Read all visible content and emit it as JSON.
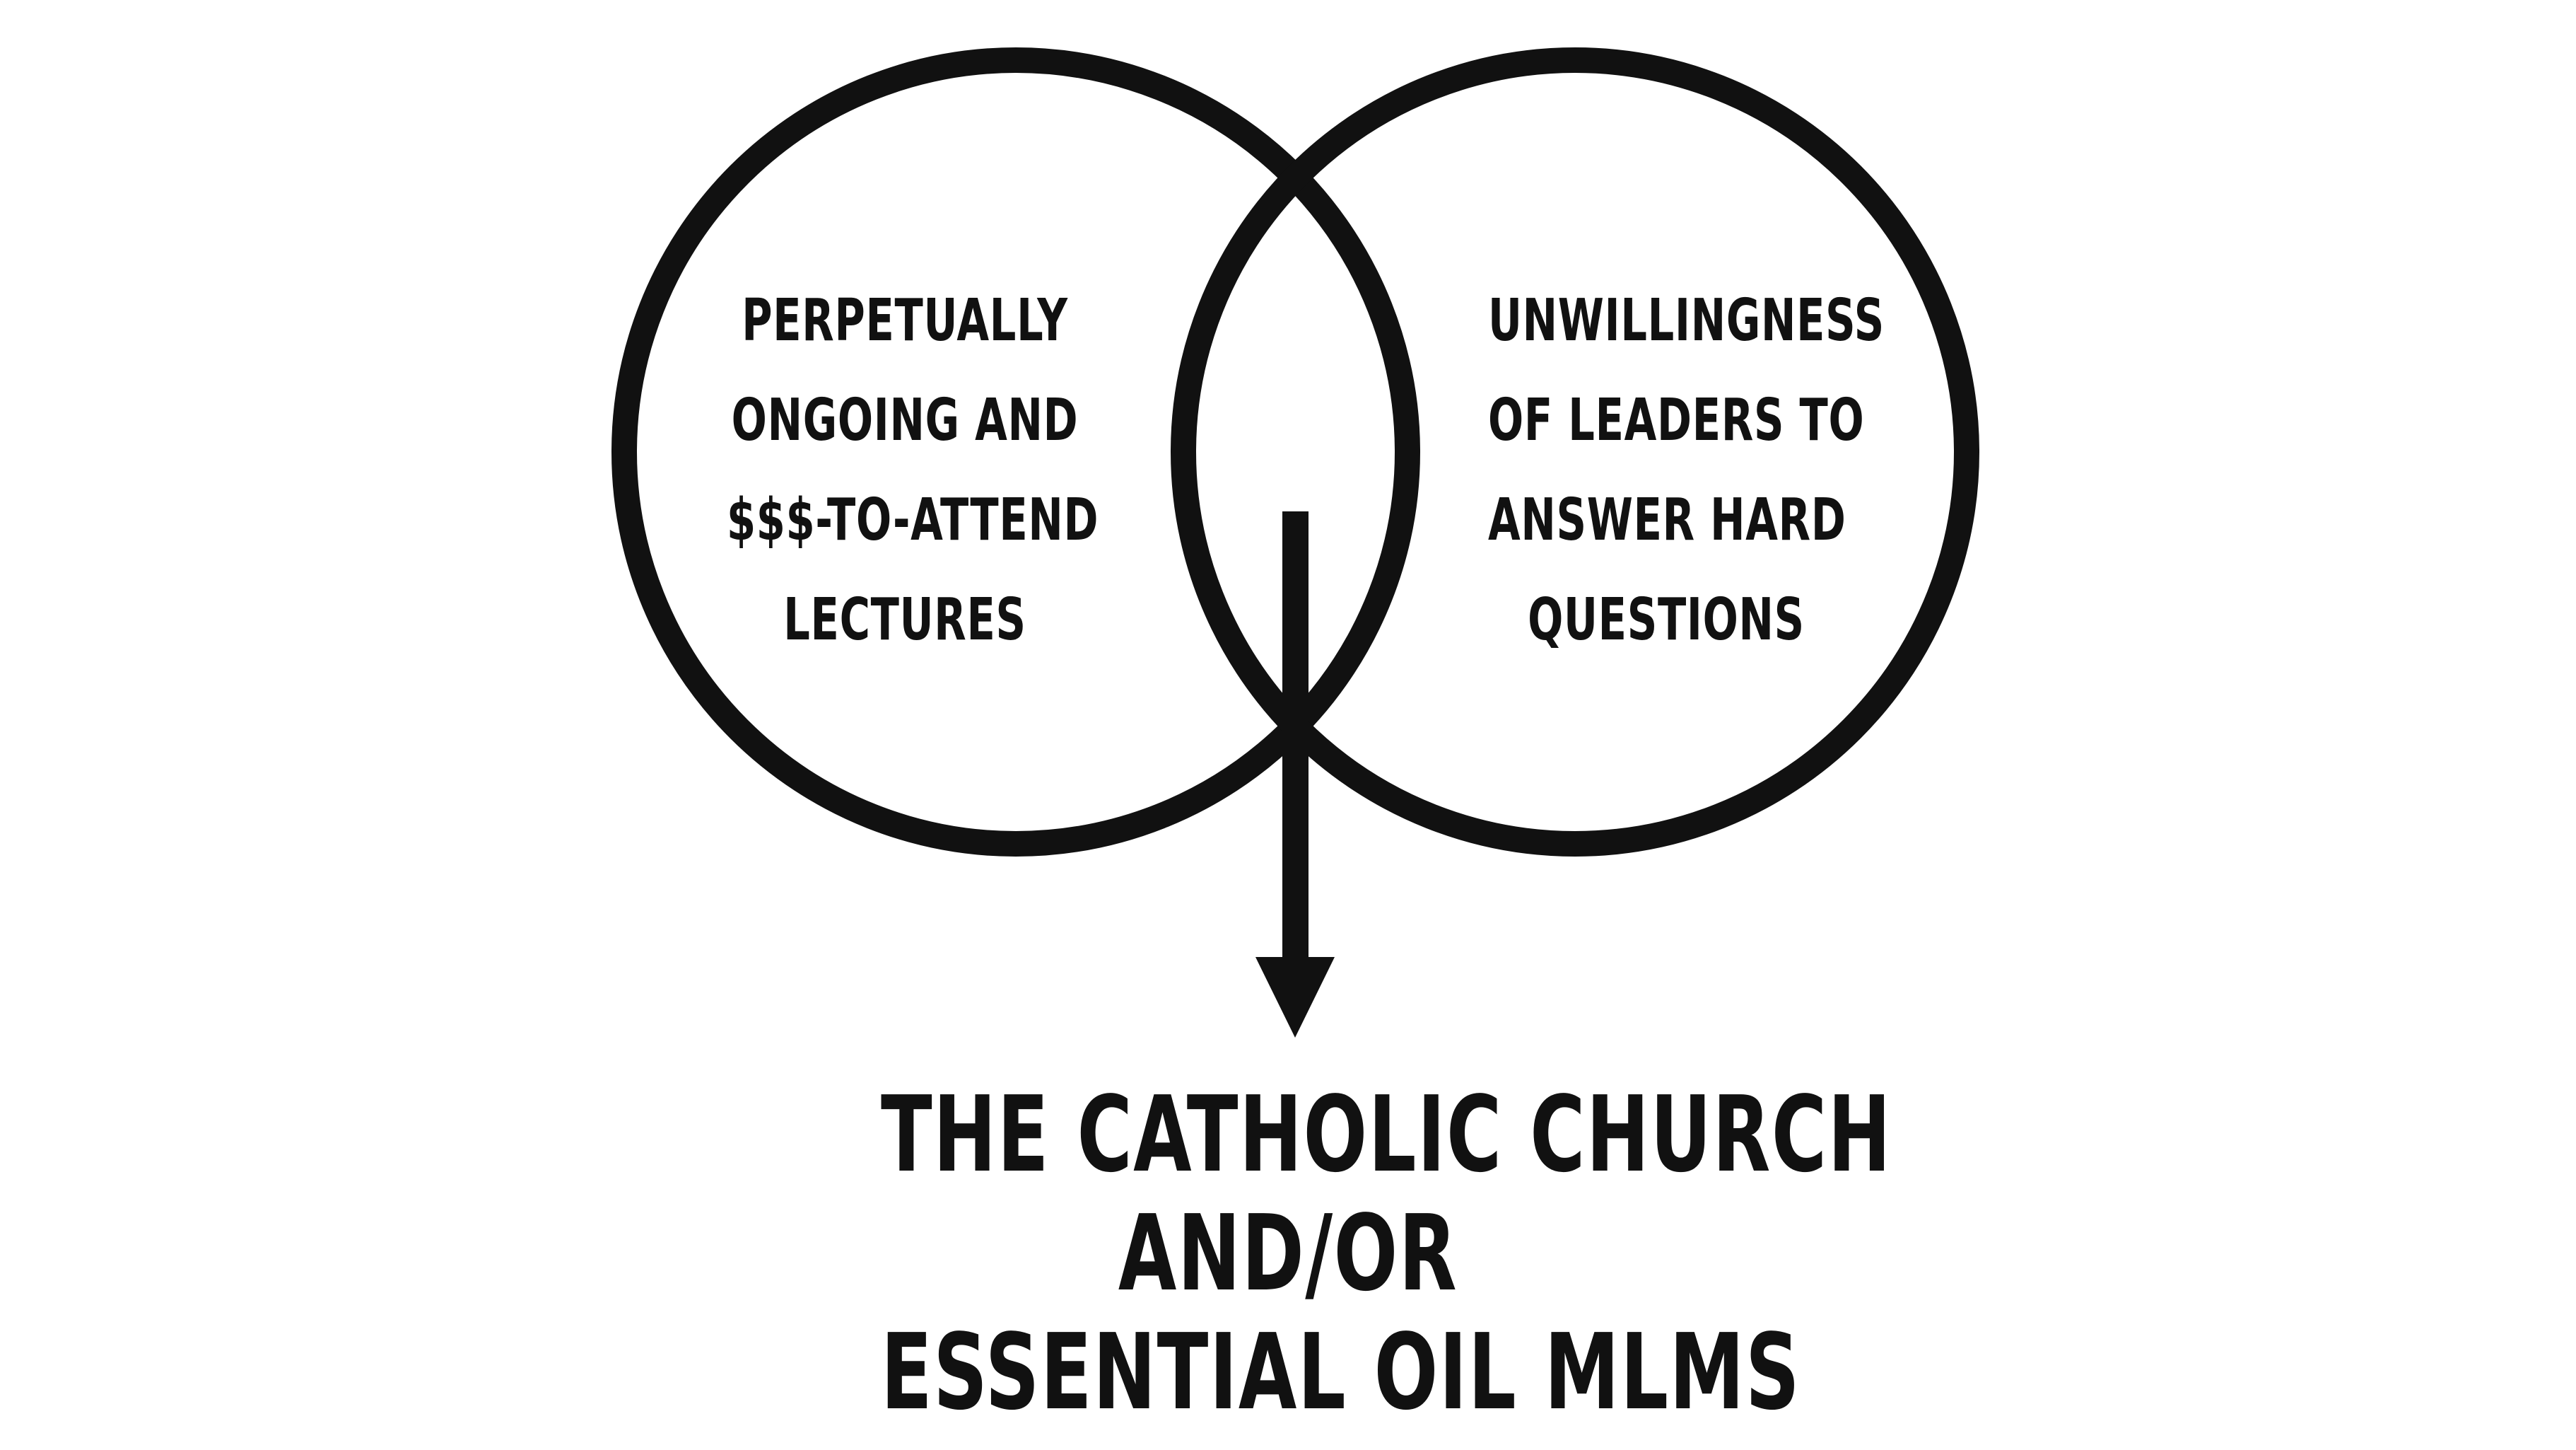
{
  "left_circle": {
    "lines": [
      "PERPETUALLY",
      "ONGOING AND",
      "$$$-TO-ATTEND",
      "LECTURES"
    ]
  },
  "right_circle": {
    "lines": [
      "UNWILLINGNESS",
      "OF LEADERS TO",
      "ANSWER HARD",
      "QUESTIONS"
    ]
  },
  "result": {
    "lines": [
      "THE CATHOLIC CHURCH",
      "AND/OR",
      "ESSENTIAL OIL MLMS"
    ]
  },
  "colors": {
    "stroke": "#111111",
    "background": "#ffffff"
  }
}
